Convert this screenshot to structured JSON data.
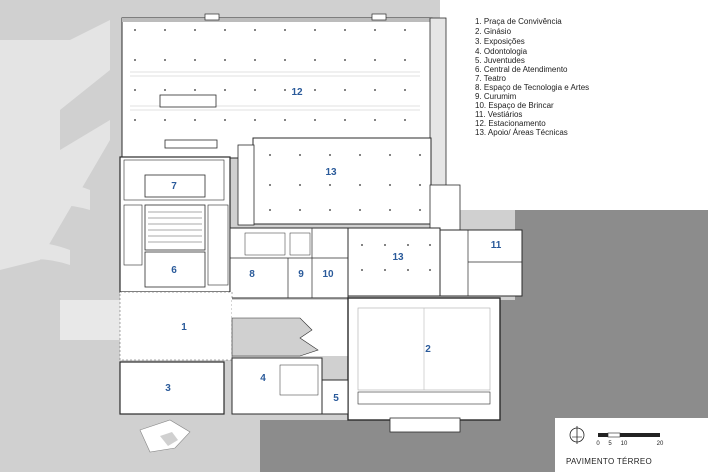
{
  "legend": [
    "1. Praça de Convivência",
    "2. Ginásio",
    "3. Exposições",
    "4. Odontologia",
    "5. Juventudes",
    "6. Central de Atendimento",
    "7. Teatro",
    "8. Espaço de Tecnologia e Artes",
    "9. Curumim",
    "10. Espaço de Brincar",
    "11. Vestiários",
    "12. Estacionamento",
    "13. Apoio/ Áreas Técnicas"
  ],
  "room_numbers": {
    "r1": "1",
    "r2": "2",
    "r3": "3",
    "r4": "4",
    "r5": "5",
    "r6": "6",
    "r7": "7",
    "r8": "8",
    "r9": "9",
    "r10": "10",
    "r11": "11",
    "r12": "12",
    "r13a": "13",
    "r13b": "13"
  },
  "scale_bar": {
    "ticks": [
      "0",
      "5",
      "10",
      "20"
    ]
  },
  "caption": "PAVIMENTO TÉRREO",
  "colors": {
    "site": "#d0d0d0",
    "dark_ground": "#8c8c8c",
    "building": "#ffffff",
    "line": "#2b2b2b",
    "number": "#2a5a9a"
  }
}
